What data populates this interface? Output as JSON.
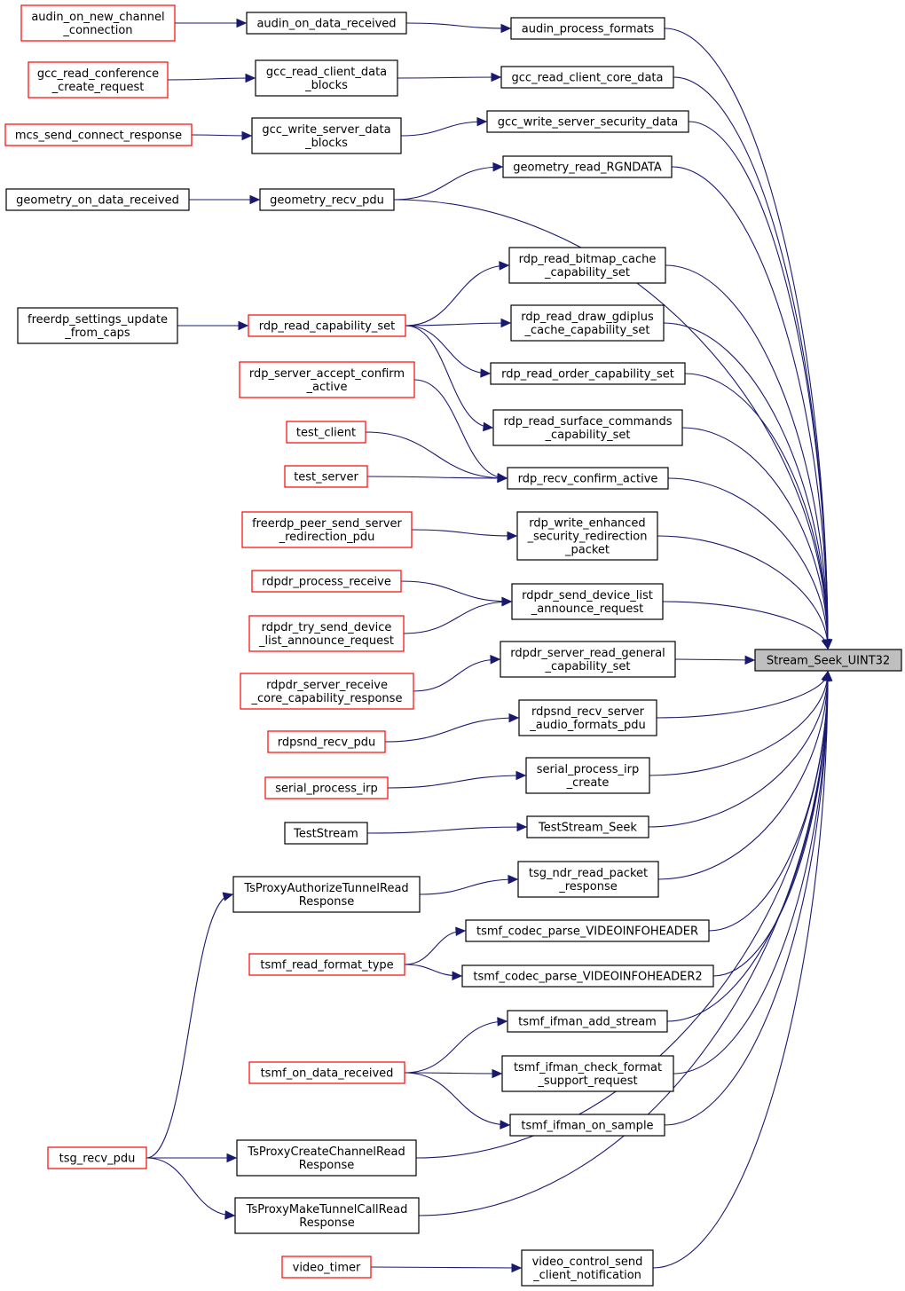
{
  "colors": {
    "edge": "#191970",
    "normal_border": "#000000",
    "truncated_border": "#ff0000",
    "target_fill": "#bfbfbf"
  },
  "nodes": [
    {
      "id": "target",
      "lines": [
        "Stream_Seek_UINT32"
      ],
      "style": "target"
    },
    {
      "id": "audin_new",
      "lines": [
        "audin_on_new_channel",
        "_connection"
      ],
      "style": "truncated"
    },
    {
      "id": "audin_data",
      "lines": [
        "audin_on_data_received"
      ],
      "style": "normal"
    },
    {
      "id": "audin_proc",
      "lines": [
        "audin_process_formats"
      ],
      "style": "normal"
    },
    {
      "id": "gcc_conf",
      "lines": [
        "gcc_read_conference",
        "_create_request"
      ],
      "style": "truncated"
    },
    {
      "id": "gcc_rcdb",
      "lines": [
        "gcc_read_client_data",
        "_blocks"
      ],
      "style": "normal"
    },
    {
      "id": "gcc_rccd",
      "lines": [
        "gcc_read_client_core_data"
      ],
      "style": "normal"
    },
    {
      "id": "mcs_send",
      "lines": [
        "mcs_send_connect_response"
      ],
      "style": "truncated"
    },
    {
      "id": "gcc_wsdb",
      "lines": [
        "gcc_write_server_data",
        "_blocks"
      ],
      "style": "normal"
    },
    {
      "id": "gcc_wssd",
      "lines": [
        "gcc_write_server_security_data"
      ],
      "style": "normal"
    },
    {
      "id": "geo_rgn",
      "lines": [
        "geometry_read_RGNDATA"
      ],
      "style": "normal"
    },
    {
      "id": "geo_odr",
      "lines": [
        "geometry_on_data_received"
      ],
      "style": "normal"
    },
    {
      "id": "geo_recv",
      "lines": [
        "geometry_recv_pdu"
      ],
      "style": "normal"
    },
    {
      "id": "rdp_bmc",
      "lines": [
        "rdp_read_bitmap_cache",
        "_capability_set"
      ],
      "style": "normal"
    },
    {
      "id": "fr_settings",
      "lines": [
        "freerdp_settings_update",
        "_from_caps"
      ],
      "style": "normal"
    },
    {
      "id": "rdp_rcs",
      "lines": [
        "rdp_read_capability_set"
      ],
      "style": "truncated"
    },
    {
      "id": "rdp_dgc",
      "lines": [
        "rdp_read_draw_gdiplus",
        "_cache_capability_set"
      ],
      "style": "normal"
    },
    {
      "id": "rdp_sac",
      "lines": [
        "rdp_server_accept_confirm",
        "_active"
      ],
      "style": "truncated"
    },
    {
      "id": "rdp_ocs",
      "lines": [
        "rdp_read_order_capability_set"
      ],
      "style": "normal"
    },
    {
      "id": "rdp_scc",
      "lines": [
        "rdp_read_surface_commands",
        "_capability_set"
      ],
      "style": "normal"
    },
    {
      "id": "test_client",
      "lines": [
        "test_client"
      ],
      "style": "truncated"
    },
    {
      "id": "test_server",
      "lines": [
        "test_server"
      ],
      "style": "truncated"
    },
    {
      "id": "rdp_rca",
      "lines": [
        "rdp_recv_confirm_active"
      ],
      "style": "normal"
    },
    {
      "id": "fp_redir",
      "lines": [
        "freerdp_peer_send_server",
        "_redirection_pdu"
      ],
      "style": "truncated"
    },
    {
      "id": "rdp_wesrp",
      "lines": [
        "rdp_write_enhanced",
        "_security_redirection",
        "_packet"
      ],
      "style": "normal"
    },
    {
      "id": "rdpdr_pr",
      "lines": [
        "rdpdr_process_receive"
      ],
      "style": "truncated"
    },
    {
      "id": "rdpdr_sdlar",
      "lines": [
        "rdpdr_send_device_list",
        "_announce_request"
      ],
      "style": "normal"
    },
    {
      "id": "rdpdr_tsdlar",
      "lines": [
        "rdpdr_try_send_device",
        "_list_announce_request"
      ],
      "style": "truncated"
    },
    {
      "id": "rdpdr_srgcs",
      "lines": [
        "rdpdr_server_read_general",
        "_capability_set"
      ],
      "style": "normal"
    },
    {
      "id": "rdpdr_srccr",
      "lines": [
        "rdpdr_server_receive",
        "_core_capability_response"
      ],
      "style": "truncated"
    },
    {
      "id": "rdpsnd_rsafp",
      "lines": [
        "rdpsnd_recv_server",
        "_audio_formats_pdu"
      ],
      "style": "normal"
    },
    {
      "id": "rdpsnd_rp",
      "lines": [
        "rdpsnd_recv_pdu"
      ],
      "style": "truncated"
    },
    {
      "id": "serial_pic",
      "lines": [
        "serial_process_irp",
        "_create"
      ],
      "style": "normal"
    },
    {
      "id": "serial_pi",
      "lines": [
        "serial_process_irp"
      ],
      "style": "truncated"
    },
    {
      "id": "test_stream",
      "lines": [
        "TestStream"
      ],
      "style": "normal"
    },
    {
      "id": "ts_seek",
      "lines": [
        "TestStream_Seek"
      ],
      "style": "normal"
    },
    {
      "id": "tsp_atr",
      "lines": [
        "TsProxyAuthorizeTunnelRead",
        "Response"
      ],
      "style": "normal"
    },
    {
      "id": "tsg_nrpr",
      "lines": [
        "tsg_ndr_read_packet",
        "_response"
      ],
      "style": "normal"
    },
    {
      "id": "tsmf_cpvih",
      "lines": [
        "tsmf_codec_parse_VIDEOINFOHEADER"
      ],
      "style": "normal"
    },
    {
      "id": "tsmf_rft",
      "lines": [
        "tsmf_read_format_type"
      ],
      "style": "truncated"
    },
    {
      "id": "tsmf_cpvih2",
      "lines": [
        "tsmf_codec_parse_VIDEOINFOHEADER2"
      ],
      "style": "normal"
    },
    {
      "id": "tsmf_ias",
      "lines": [
        "tsmf_ifman_add_stream"
      ],
      "style": "normal"
    },
    {
      "id": "tsmf_odr",
      "lines": [
        "tsmf_on_data_received"
      ],
      "style": "truncated"
    },
    {
      "id": "tsmf_icfsr",
      "lines": [
        "tsmf_ifman_check_format",
        "_support_request"
      ],
      "style": "normal"
    },
    {
      "id": "tsmf_ios",
      "lines": [
        "tsmf_ifman_on_sample"
      ],
      "style": "normal"
    },
    {
      "id": "tsg_recv",
      "lines": [
        "tsg_recv_pdu"
      ],
      "style": "truncated"
    },
    {
      "id": "tsp_ccr",
      "lines": [
        "TsProxyCreateChannelRead",
        "Response"
      ],
      "style": "normal"
    },
    {
      "id": "tsp_mtcr",
      "lines": [
        "TsProxyMakeTunnelCallRead",
        "Response"
      ],
      "style": "normal"
    },
    {
      "id": "video_timer",
      "lines": [
        "video_timer"
      ],
      "style": "truncated"
    },
    {
      "id": "video_cscn",
      "lines": [
        "video_control_send",
        "_client_notification"
      ],
      "style": "normal"
    }
  ],
  "edges": [
    [
      "audin_new",
      "audin_data"
    ],
    [
      "audin_data",
      "audin_proc"
    ],
    [
      "audin_proc",
      "target"
    ],
    [
      "gcc_conf",
      "gcc_rcdb"
    ],
    [
      "gcc_rcdb",
      "gcc_rccd"
    ],
    [
      "gcc_rccd",
      "target"
    ],
    [
      "mcs_send",
      "gcc_wsdb"
    ],
    [
      "gcc_wsdb",
      "gcc_wssd"
    ],
    [
      "gcc_wssd",
      "target"
    ],
    [
      "geo_recv",
      "geo_rgn"
    ],
    [
      "geo_rgn",
      "target"
    ],
    [
      "geo_odr",
      "geo_recv"
    ],
    [
      "geo_recv",
      "target"
    ],
    [
      "rdp_rcs",
      "rdp_bmc"
    ],
    [
      "rdp_bmc",
      "target"
    ],
    [
      "fr_settings",
      "rdp_rcs"
    ],
    [
      "rdp_rcs",
      "rdp_dgc"
    ],
    [
      "rdp_dgc",
      "target"
    ],
    [
      "rdp_rcs",
      "rdp_ocs"
    ],
    [
      "rdp_ocs",
      "target"
    ],
    [
      "rdp_rcs",
      "rdp_scc"
    ],
    [
      "rdp_scc",
      "target"
    ],
    [
      "rdp_sac",
      "rdp_rca"
    ],
    [
      "test_client",
      "rdp_rca"
    ],
    [
      "test_server",
      "rdp_rca"
    ],
    [
      "rdp_rca",
      "target"
    ],
    [
      "fp_redir",
      "rdp_wesrp"
    ],
    [
      "rdp_wesrp",
      "target"
    ],
    [
      "rdpdr_pr",
      "rdpdr_sdlar"
    ],
    [
      "rdpdr_tsdlar",
      "rdpdr_sdlar"
    ],
    [
      "rdpdr_sdlar",
      "target"
    ],
    [
      "rdpdr_srccr",
      "rdpdr_srgcs"
    ],
    [
      "rdpdr_srgcs",
      "target"
    ],
    [
      "rdpsnd_rp",
      "rdpsnd_rsafp"
    ],
    [
      "rdpsnd_rsafp",
      "target"
    ],
    [
      "serial_pi",
      "serial_pic"
    ],
    [
      "serial_pic",
      "target"
    ],
    [
      "test_stream",
      "ts_seek"
    ],
    [
      "ts_seek",
      "target"
    ],
    [
      "tsg_recv",
      "tsp_atr"
    ],
    [
      "tsp_atr",
      "tsg_nrpr"
    ],
    [
      "tsg_nrpr",
      "target"
    ],
    [
      "tsmf_rft",
      "tsmf_cpvih"
    ],
    [
      "tsmf_cpvih",
      "target"
    ],
    [
      "tsmf_rft",
      "tsmf_cpvih2"
    ],
    [
      "tsmf_cpvih2",
      "target"
    ],
    [
      "tsmf_odr",
      "tsmf_ias"
    ],
    [
      "tsmf_ias",
      "target"
    ],
    [
      "tsmf_odr",
      "tsmf_icfsr"
    ],
    [
      "tsmf_icfsr",
      "target"
    ],
    [
      "tsmf_odr",
      "tsmf_ios"
    ],
    [
      "tsmf_ios",
      "target"
    ],
    [
      "tsg_recv",
      "tsp_ccr"
    ],
    [
      "tsp_ccr",
      "target"
    ],
    [
      "tsg_recv",
      "tsp_mtcr"
    ],
    [
      "tsp_mtcr",
      "target"
    ],
    [
      "video_timer",
      "video_cscn"
    ],
    [
      "video_cscn",
      "target"
    ]
  ]
}
